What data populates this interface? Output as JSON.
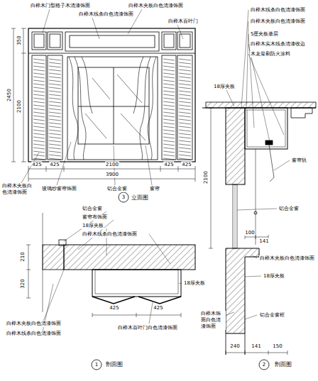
{
  "diagram": {
    "labels": [
      "白榉木门型格子木清漆饰面",
      "白榉木线条白色清漆饰面",
      "白榉木夹板白色清漆饰面",
      "白榉木百叶门",
      "白榉木夹板白色清漆饰面",
      "玻璃纱窗帘饰面",
      "铝合金窗",
      "窗帘",
      "立面图",
      "425",
      "425",
      "2100",
      "425",
      "425",
      "3900",
      "350",
      "2100",
      "2450",
      "白榉木线条白色清漆饰面",
      "白榉木夹板白色清漆饰面",
      "5厘夹板基层",
      "白榉木实木线条清漆收边",
      "木龙骨刷防火涂料",
      "18厚夹板",
      "窗帘轨",
      "铝合金窗",
      "100",
      "141",
      "白榉木夹板白色清漆饰面",
      "18厚夹板",
      "白榉木饰面白色清漆饰面",
      "铝合金窗框",
      "240",
      "141",
      "150",
      "2100",
      "剖面图",
      "2",
      "铝合金窗",
      "窗帘布饰面",
      "18厚夹板",
      "白榉木线条白色清漆饰面",
      "18厚夹板",
      "白榉木百叶门白色清漆饰面",
      "白榉木夹板白色清漆饰面",
      "白榉木线条白色清漆饰面",
      "425",
      "425",
      "210",
      "320",
      "剖面图",
      "1",
      "3"
    ]
  }
}
